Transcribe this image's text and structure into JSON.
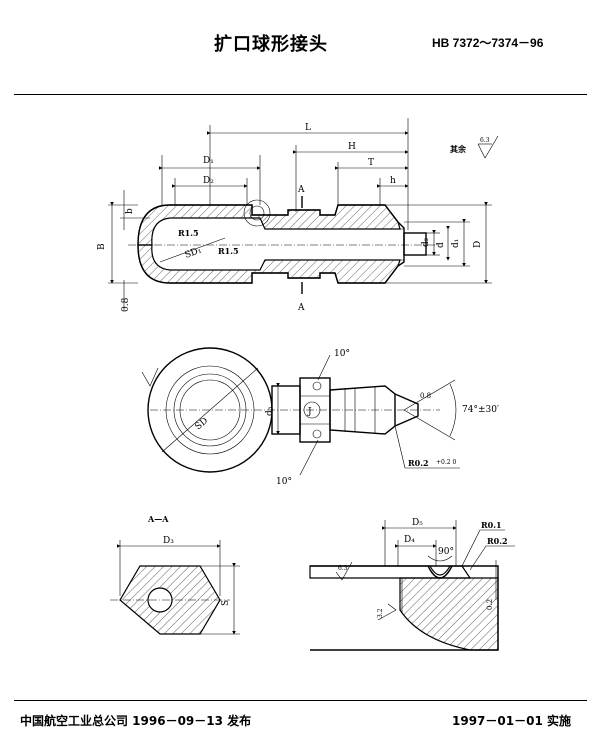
{
  "header": {
    "title": "扩口球形接头",
    "standard_code": "HB 7372～7374－96"
  },
  "footer": {
    "issued": "中国航空工业总公司 1996－09－13 发布",
    "effective": "1997－01－01 实施"
  },
  "drawing": {
    "top_view": {
      "dims": {
        "L": "L",
        "H": "H",
        "T": "T",
        "h": "h",
        "D1": "D₁",
        "D2": "D₂",
        "b": "b",
        "B": "B",
        "d2": "d₂",
        "d": "d",
        "d1": "d₁",
        "D": "D",
        "thk": "0.8",
        "A_top": "A",
        "A_bot": "A"
      },
      "radius_1": "R1.5",
      "radius_2": "R1.5",
      "sphere": "SD₁",
      "rest_note": "其余",
      "rest_rough": "6.3"
    },
    "mid_view": {
      "sphere": "SD",
      "d3": "d₃",
      "angle_top": "10°",
      "angle_bot": "10°",
      "cone_angle": "74°±30′",
      "edge_r": "R0.2",
      "edge_r_tol": "+0.2 0",
      "mark_J": "J",
      "rough_small": "0.8"
    },
    "section_view": {
      "title": "A—A",
      "D3": "D₃",
      "S": "S"
    },
    "detail_view": {
      "D5": "D₅",
      "D4": "D₄",
      "angle": "90°",
      "r1": "R0.1",
      "r2": "R0.2",
      "rough_a": "6.3",
      "rough_b": "3.2",
      "gap": "0.2"
    }
  }
}
